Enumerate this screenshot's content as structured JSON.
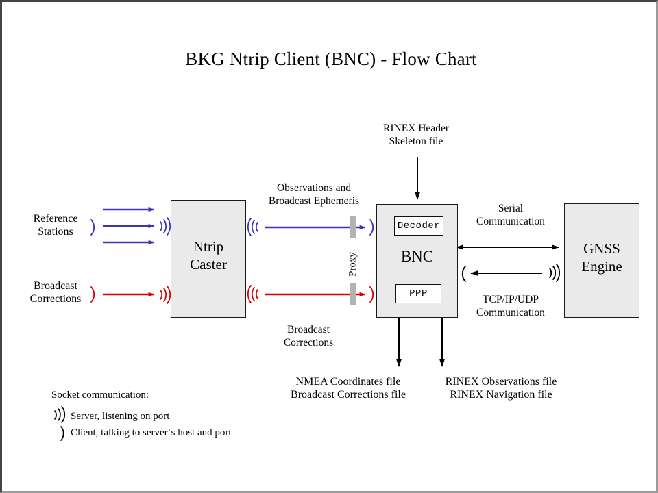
{
  "title": "BKG Ntrip Client (BNC)  -  Flow Chart",
  "nodes": {
    "caster": {
      "line1": "Ntrip",
      "line2": "Caster"
    },
    "bnc": {
      "label": "BNC",
      "decoder": "Decoder",
      "ppp": "PPP"
    },
    "gnss": {
      "line1": "GNSS",
      "line2": "Engine"
    }
  },
  "sources": {
    "reference_stations": {
      "line1": "Reference",
      "line2": "Stations"
    },
    "broadcast_corrections": {
      "line1": "Broadcast",
      "line2": "Corrections"
    }
  },
  "labels": {
    "observations": {
      "line1": "Observations and",
      "line2": "Broadcast Ephemeris"
    },
    "broadcast_corrections_flow": {
      "line1": "Broadcast",
      "line2": "Corrections"
    },
    "rinex_skeleton": {
      "line1": "RINEX Header",
      "line2": "Skeleton file"
    },
    "serial": {
      "line1": "Serial",
      "line2": "Communication"
    },
    "tcpip": {
      "line1": "TCP/IP/UDP",
      "line2": "Communication"
    },
    "proxy": "Proxy",
    "output_left": {
      "line1": "NMEA Coordinates file",
      "line2": "Broadcast Corrections file"
    },
    "output_right": {
      "line1": "RINEX Observations file",
      "line2": "RINEX Navigation file"
    }
  },
  "legend": {
    "title": "Socket communication:",
    "server": "Server, listening  on port",
    "client": "Client, talking to server‘s  host and port",
    "server_glyph": "server-antenna-icon",
    "client_glyph": "client-paren-icon"
  },
  "colors": {
    "blue": "#3a33bf",
    "red": "#dd0000",
    "black": "#000000",
    "box_fill": "#eaeaea",
    "box_border": "#1a1a1a",
    "proxy_gray": "#b3b3b3",
    "page_border_dark": "#444444",
    "page_border_light": "#9a9a9a"
  }
}
